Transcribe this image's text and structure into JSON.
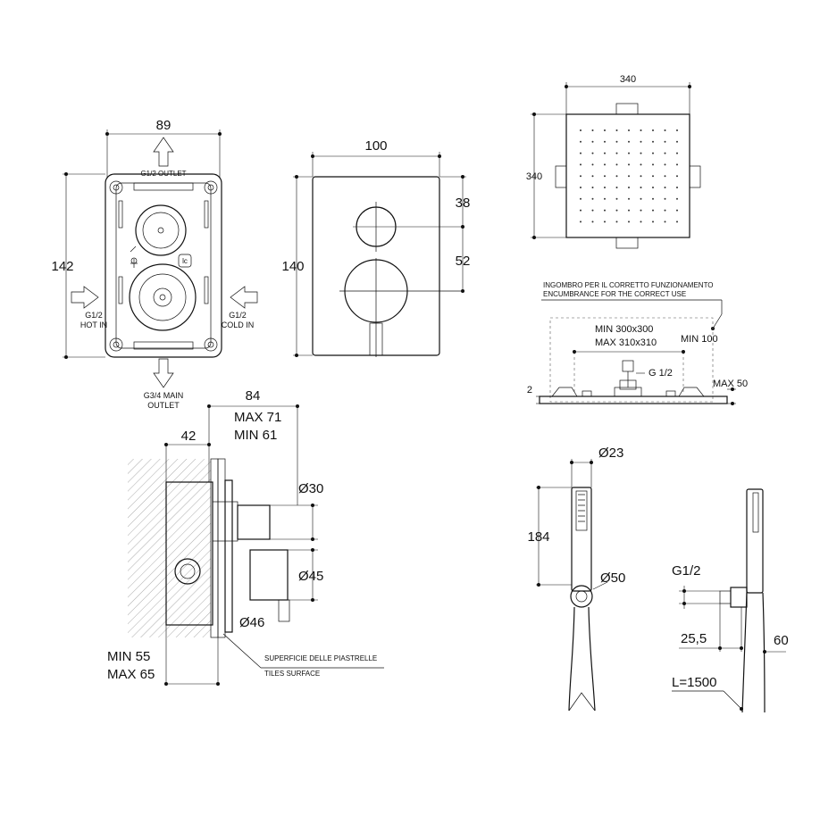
{
  "mixer_box": {
    "width": "89",
    "height": "142",
    "top_outlet": "G1/2 OUTLET",
    "hot_in": [
      "G1/2",
      "HOT IN"
    ],
    "cold_in": [
      "G1/2",
      "COLD IN"
    ],
    "main_outlet": [
      "G3/4 MAIN",
      "OUTLET"
    ]
  },
  "plate": {
    "width": "100",
    "height": "140",
    "upper_offset": "38",
    "lower_offset": "52"
  },
  "shower_head": {
    "width": "340",
    "height": "340"
  },
  "installation": {
    "note_it": "INGOMBRO PER IL CORRETTO FUNZIONAMENTO",
    "note_en": "ENCUMBRANCE FOR THE CORRECT USE",
    "min_size": "MIN 300x300",
    "max_size": "MAX 310x310",
    "min_clearance": "MIN 100",
    "thread": "G 1/2",
    "max_depth": "MAX 50",
    "thickness": "2"
  },
  "section": {
    "total": "84",
    "max_depth": "MAX 71",
    "min_depth": "MIN 61",
    "wall": "42",
    "d30": "Ø30",
    "d45": "Ø45",
    "d46": "Ø46",
    "min55": "MIN 55",
    "max65": "MAX 65",
    "tiles_it": "SUPERFICIE DELLE PIASTRELLE",
    "tiles_en": "TILES SURFACE"
  },
  "hand_shower": {
    "d23": "Ø23",
    "length": "184",
    "d50": "Ø50",
    "thread": "G1/2",
    "offset": "25,5",
    "depth": "60",
    "hose": "L=1500"
  }
}
